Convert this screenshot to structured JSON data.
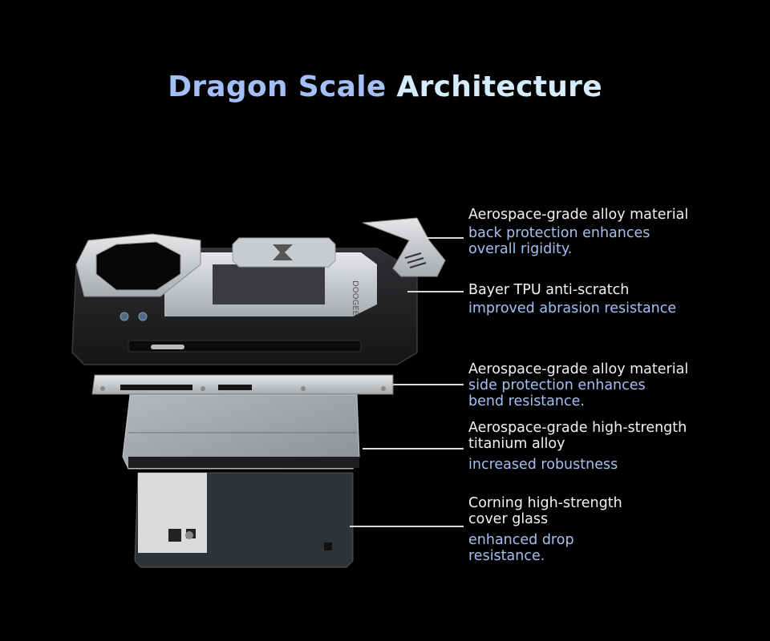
{
  "title": {
    "part1": "Dragon Scale",
    "part2": "Architecture",
    "colors": {
      "part1": "#a4bff5",
      "part2": "#d4ecfb"
    }
  },
  "callouts": [
    {
      "heading": [
        "Aerospace-grade alloy material"
      ],
      "detail": [
        "back protection enhances",
        "overall rigidity."
      ]
    },
    {
      "heading": [
        "Bayer TPU anti-scratch"
      ],
      "detail": [
        "improved abrasion resistance"
      ]
    },
    {
      "heading": [
        "Aerospace-grade alloy material"
      ],
      "detail": [
        "side protection enhances",
        "bend resistance."
      ]
    },
    {
      "heading": [
        "Aerospace-grade high-strength",
        "titanium alloy"
      ],
      "detail": [
        "increased robustness"
      ]
    },
    {
      "heading": [
        "Corning high-strength",
        "cover glass"
      ],
      "detail": [
        "enhanced drop",
        "resistance."
      ]
    }
  ],
  "colors": {
    "background": "#000000",
    "heading": "#f2f2f2",
    "detail": "#a5c0ef",
    "leader_line": "#d8d8d8"
  },
  "brand_mark": "DOOGEE"
}
